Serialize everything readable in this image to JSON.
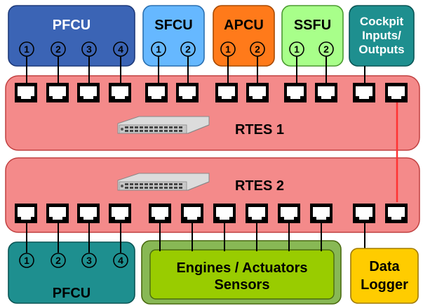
{
  "units_top": [
    {
      "name": "PFCU",
      "ports": [
        "1",
        "2",
        "3",
        "4"
      ],
      "fill": "#3b64b5",
      "stroke": "#1e3a7a"
    },
    {
      "name": "SFCU",
      "ports": [
        "1",
        "2"
      ],
      "fill": "#66b8ff",
      "stroke": "#2a6fb0"
    },
    {
      "name": "APCU",
      "ports": [
        "1",
        "2"
      ],
      "fill": "#ff7a1a",
      "stroke": "#a84a00"
    },
    {
      "name": "SSFU",
      "ports": [
        "1",
        "2"
      ],
      "fill": "#a8ff8a",
      "stroke": "#4a9a30"
    },
    {
      "name": "Cockpit Inputs/ Outputs",
      "lines": [
        "Cockpit",
        "Inputs/",
        "Outputs"
      ],
      "fill": "#1e8f8f",
      "stroke": "#0a5555"
    }
  ],
  "switches": [
    {
      "name": "RTES 1"
    },
    {
      "name": "RTES 2"
    }
  ],
  "units_bottom": [
    {
      "name": "PFCU",
      "ports": [
        "1",
        "2",
        "3",
        "4"
      ],
      "fill": "#1e8f8f",
      "stroke": "#0a5555"
    },
    {
      "name": "Engines / Actuators Sensors",
      "lines": [
        "Engines / Actuators",
        "Sensors"
      ],
      "fill": "#99cc00",
      "outer_fill": "#88b855",
      "stroke": "#4a6a10"
    },
    {
      "name": "Data Logger",
      "lines": [
        "Data",
        "Logger"
      ],
      "fill": "#ffcc00",
      "stroke": "#a07a00"
    }
  ],
  "colors": {
    "switch_fill": "#f48a8a",
    "switch_stroke": "#c04040",
    "link": "#ff3333"
  }
}
